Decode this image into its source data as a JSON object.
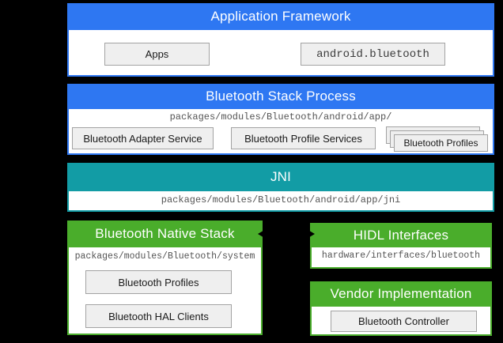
{
  "colors": {
    "background": "#000000",
    "framework_blue": "#2E77F2",
    "jni_teal": "#129CA5",
    "native_green": "#4AAD2B",
    "box_fill": "#EFEFEF",
    "box_border": "#A2A2A2",
    "path_text": "#545454"
  },
  "sections": {
    "app_framework": {
      "title": "Application Framework",
      "boxes": {
        "apps": "Apps",
        "android_bluetooth": "android.bluetooth"
      }
    },
    "stack_process": {
      "title": "Bluetooth Stack Process",
      "path": "packages/modules/Bluetooth/android/app/",
      "boxes": {
        "adapter_service": "Bluetooth Adapter Service",
        "profile_services": "Bluetooth Profile Services",
        "profiles": "Bluetooth Profiles"
      }
    },
    "jni": {
      "title": "JNI",
      "path": "packages/modules/Bluetooth/android/app/jni"
    },
    "native_stack": {
      "title": "Bluetooth Native Stack",
      "path": "packages/modules/Bluetooth/system",
      "boxes": {
        "profiles": "Bluetooth Profiles",
        "hal_clients": "Bluetooth HAL Clients"
      }
    },
    "hidl_interfaces": {
      "title": "HIDL Interfaces",
      "path": "hardware/interfaces/bluetooth"
    },
    "vendor_implementation": {
      "title": "Vendor Implementation",
      "boxes": {
        "controller": "Bluetooth Controller"
      }
    }
  }
}
